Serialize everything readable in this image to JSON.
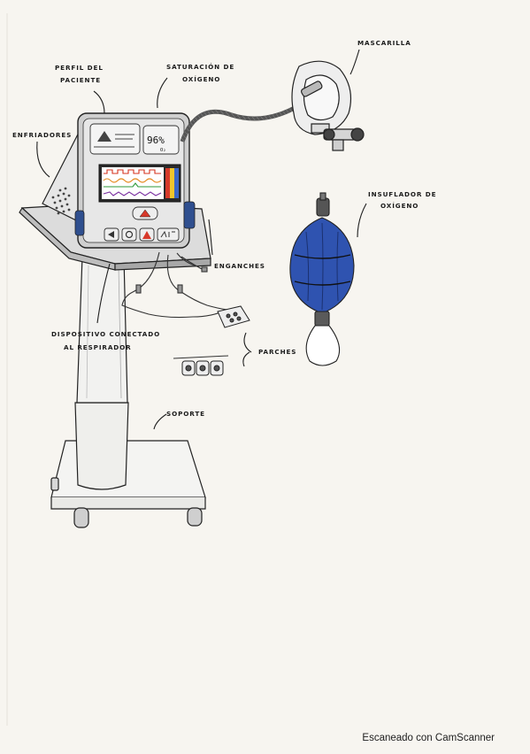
{
  "labels": {
    "perfil_1": "Perfil del",
    "perfil_2": "paciente",
    "saturacion_1": "Saturación de",
    "saturacion_2": "oxígeno",
    "mascarilla": "Mascarilla",
    "enfriadores": "Enfriadores",
    "insuflador_1": "Insuflador de",
    "insuflador_2": "oxígeno",
    "enganches": "Enganches",
    "dispositivo_1": "Dispositivo conectado",
    "dispositivo_2": "al respirador",
    "parches": "Parches",
    "soporte": "Soporte"
  },
  "monitor": {
    "spo2_value": "96%",
    "spo2_unit": "O₂"
  },
  "watermark": "Escaneado con CamScanner"
}
